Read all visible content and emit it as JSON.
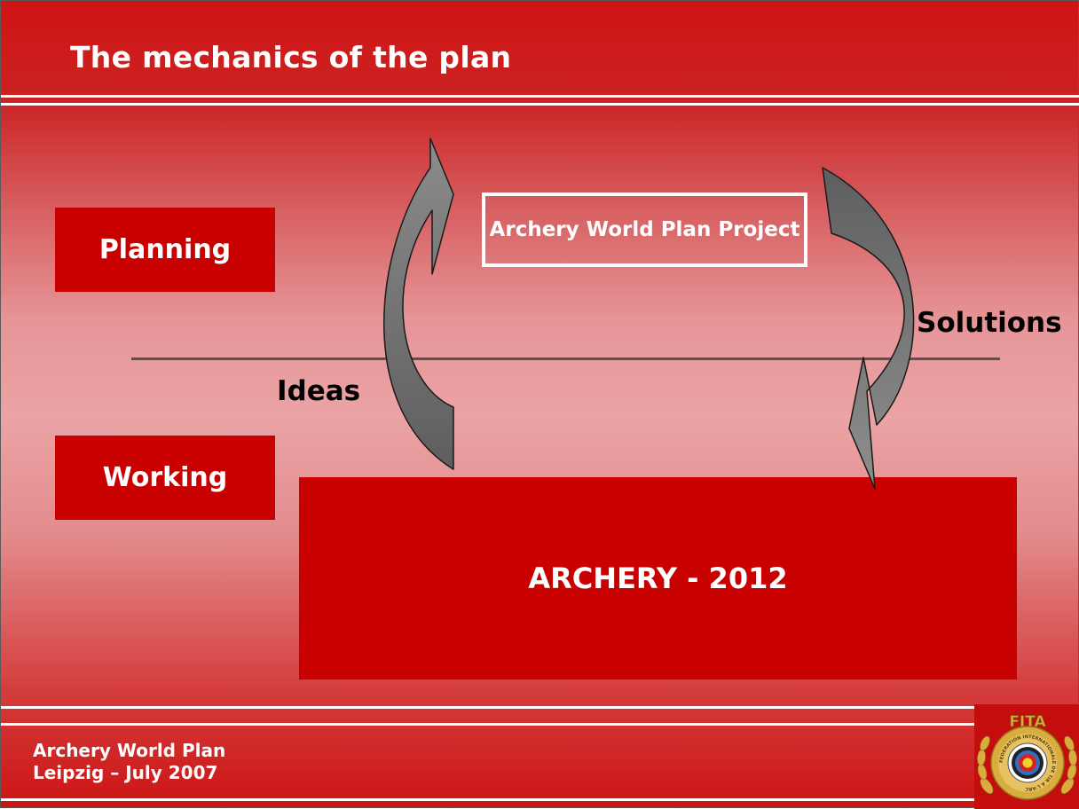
{
  "slide": {
    "title": "The mechanics of the plan",
    "planning_label": "Planning",
    "working_label": "Working",
    "project_label": "Archery World Plan Project",
    "archery_label": "ARCHERY - 2012",
    "ideas_label": "Ideas",
    "solutions_label": "Solutions"
  },
  "footer": {
    "line1": "Archery World Plan",
    "line2": "Leipzig – July 2007"
  },
  "logo": {
    "text": "FITA",
    "ring_text": "FEDERATION INTERNATIONALE DE TIR A L'ARC"
  },
  "colors": {
    "box_red": "#c80000",
    "arrow_gray": "#7a7a7a",
    "logo_gold": "#d8ad3e"
  },
  "icons": {
    "left_arrow": "curved-up-arrow",
    "right_arrow": "curved-down-arrow"
  }
}
